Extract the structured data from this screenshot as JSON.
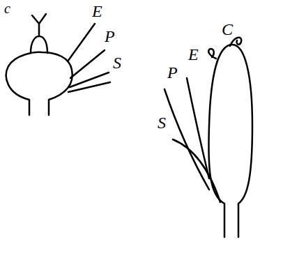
{
  "diagram": {
    "labels": [
      "c",
      "E",
      "P",
      "S",
      "C",
      "E",
      "P",
      "S"
    ]
  }
}
